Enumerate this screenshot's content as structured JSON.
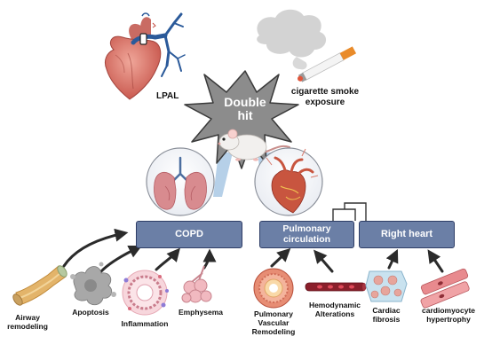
{
  "colors": {
    "box_fill": "#6b7fa6",
    "box_border": "#2e3d66",
    "star_fill": "#8c8c8c",
    "star_stroke": "#3a3a3a",
    "arrow": "#2b2b2b",
    "connector": "#333333"
  },
  "top": {
    "lpal_label": "LPAL",
    "smoke_label": "cigarette smoke\nexposure",
    "hit_label": "Double\nhit"
  },
  "boxes": {
    "copd": "COPD",
    "pulmonary_circulation": "Pulmonary\ncirculation",
    "right_heart": "Right heart"
  },
  "outcomes": {
    "airway_remodeling": "Airway\nremodeling",
    "apoptosis": "Apoptosis",
    "inflammation": "Inflammation",
    "emphysema": "Emphysema",
    "pulmonary_vascular_remodeling": "Pulmonary\nVascular\nRemodeling",
    "hemodynamic_alterations": "Hemodynamic\nAlterations",
    "cardiac_fibrosis": "Cardiac\nfibrosis",
    "cardiomyocyte_hypertrophy": "cardiomyocyte\nhypertrophy"
  },
  "icons": {
    "heart_vessels": "heart-with-pulmonary-artery-icon",
    "cigarette": "cigarette-smoke-icon",
    "rat": "rat-icon",
    "lungs": "lungs-icon",
    "heart": "heart-icon",
    "airway": "airway-tube-icon",
    "apoptotic_cell": "apoptotic-cell-icon",
    "inflamed_airway": "inflamed-airway-icon",
    "alveoli": "alveoli-icon",
    "vessel_section": "vessel-cross-section-icon",
    "blood_vessel": "blood-vessel-icon",
    "fibrotic_tissue": "fibrotic-tissue-icon",
    "cardiomyocytes": "cardiomyocyte-icon"
  }
}
